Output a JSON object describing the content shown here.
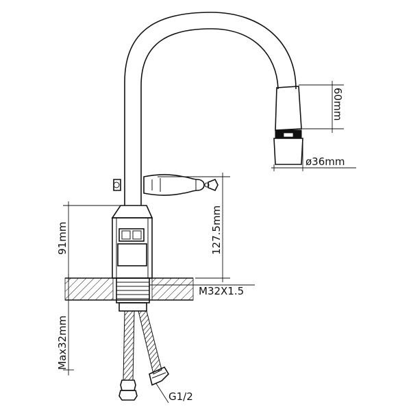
{
  "dimensions": {
    "nozzle_height": "60mm",
    "nozzle_diameter": "ø36mm",
    "spout_height": "127.5mm",
    "body_height": "91mm",
    "thread": "M32X1.5",
    "max_thickness": "Max32mm",
    "hose_thread": "G1/2"
  }
}
